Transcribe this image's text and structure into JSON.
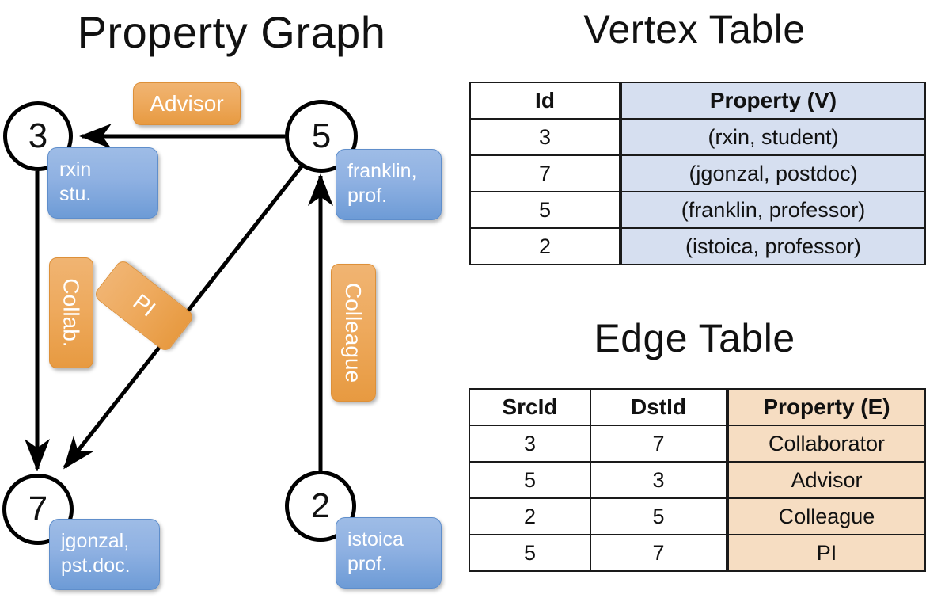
{
  "titles": {
    "graph": "Property Graph",
    "vertex_table": "Vertex Table",
    "edge_table": "Edge Table"
  },
  "colors": {
    "vertex_property_cell": "#d6dff0",
    "edge_property_cell": "#f6ddc2",
    "vertex_box_blue": "#8fb1e2",
    "edge_label_orange": "#eeaa5e",
    "stroke_black": "#000000"
  },
  "graph": {
    "vertices": [
      {
        "id": "3",
        "property_line1": "rxin",
        "property_line2": "stu."
      },
      {
        "id": "5",
        "property_line1": "franklin,",
        "property_line2": "prof."
      },
      {
        "id": "7",
        "property_line1": "jgonzal,",
        "property_line2": "pst.doc."
      },
      {
        "id": "2",
        "property_line1": "istoica",
        "property_line2": "prof."
      }
    ],
    "edge_labels": [
      {
        "name": "advisor",
        "text": "Advisor",
        "orientation": "horizontal"
      },
      {
        "name": "collab",
        "text": "Collab.",
        "orientation": "vertical"
      },
      {
        "name": "pi",
        "text": "PI",
        "orientation": "diagonal"
      },
      {
        "name": "colleague",
        "text": "Colleague",
        "orientation": "vertical"
      }
    ]
  },
  "vertex_table": {
    "headers": [
      "Id",
      "Property (V)"
    ],
    "rows": [
      {
        "id": "3",
        "property": "(rxin, student)"
      },
      {
        "id": "7",
        "property": "(jgonzal, postdoc)"
      },
      {
        "id": "5",
        "property": "(franklin, professor)"
      },
      {
        "id": "2",
        "property": "(istoica, professor)"
      }
    ]
  },
  "edge_table": {
    "headers": [
      "SrcId",
      "DstId",
      "Property (E)"
    ],
    "rows": [
      {
        "src": "3",
        "dst": "7",
        "property": "Collaborator"
      },
      {
        "src": "5",
        "dst": "3",
        "property": "Advisor"
      },
      {
        "src": "2",
        "dst": "5",
        "property": "Colleague"
      },
      {
        "src": "5",
        "dst": "7",
        "property": "PI"
      }
    ]
  }
}
